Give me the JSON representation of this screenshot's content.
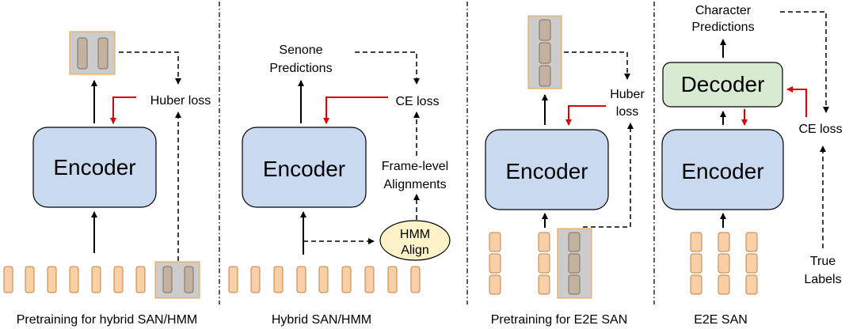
{
  "panels": [
    {
      "caption": "Pretraining for hybrid SAN/HMM",
      "encoder_label": "Encoder",
      "loss_label": "Huber loss"
    },
    {
      "caption": "Hybrid SAN/HMM",
      "encoder_label": "Encoder",
      "loss_label": "CE loss",
      "prediction_label_line1": "Senone",
      "prediction_label_line2": "Predictions",
      "alignment_label_line1": "Frame-level",
      "alignment_label_line2": "Alignments",
      "hmm_label_line1": "HMM",
      "hmm_label_line2": "Align"
    },
    {
      "caption": "Pretraining for E2E SAN",
      "encoder_label": "Encoder",
      "loss_label_line1": "Huber",
      "loss_label_line2": "loss"
    },
    {
      "caption": "E2E SAN",
      "encoder_label": "Encoder",
      "decoder_label": "Decoder",
      "loss_label": "CE loss",
      "prediction_label_line1": "Character",
      "prediction_label_line2": "Predictions",
      "labels_line1": "True",
      "labels_line2": "Labels"
    }
  ],
  "colors": {
    "encoder_fill": "#c9daf0",
    "decoder_fill": "#d9ead3",
    "frame_fill": "#f8cfa6",
    "frame_stroke": "#c08040",
    "masked_bg": "#cccccc",
    "masked_frame": "#c4b2a0",
    "hmm_fill": "#fdf2c8",
    "red_arrow": "#e00000"
  }
}
